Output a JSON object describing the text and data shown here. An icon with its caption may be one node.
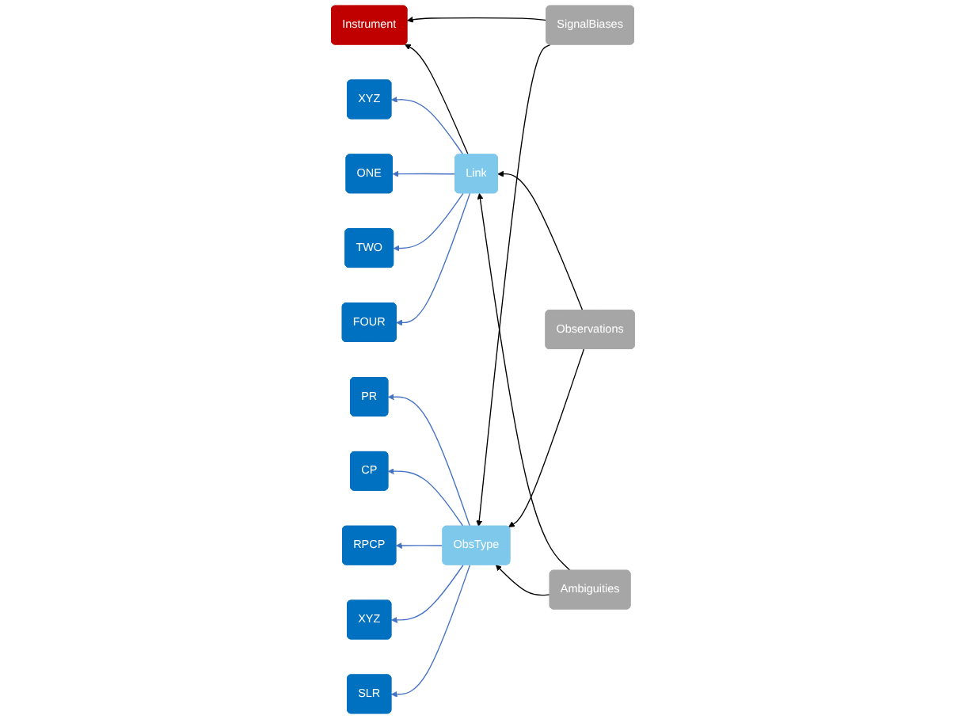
{
  "diagram": {
    "nodes": [
      {
        "text": [
          "Instrument"
        ]
      },
      {
        "text": [
          "Link"
        ]
      },
      {
        "text": [
          "Observations"
        ]
      },
      {
        "text": [
          "XYZ"
        ]
      },
      {
        "text": [
          "ONE"
        ]
      },
      {
        "text": [
          "TWO"
        ]
      },
      {
        "text": [
          "FOUR"
        ]
      },
      {
        "text": [
          "SignalBiases"
        ]
      },
      {
        "text": [
          "ObsType"
        ]
      },
      {
        "text": [
          "Ambiguities"
        ]
      },
      {
        "text": [
          "PR"
        ]
      },
      {
        "text": [
          "CP"
        ]
      },
      {
        "text": [
          "RPCP"
        ]
      },
      {
        "text": [
          "XYZ"
        ]
      },
      {
        "text": [
          "SLR"
        ]
      }
    ],
    "edges": [
      {
        "from": 1,
        "to": 0,
        "arrow": "to",
        "color": "#000000"
      },
      {
        "from": 2,
        "to": 1,
        "arrow": "to",
        "color": "#000000"
      },
      {
        "from": 2,
        "to": 8,
        "arrow": "to",
        "color": "#000000"
      },
      {
        "from": 9,
        "to": 1,
        "arrow": "to",
        "color": "#000000"
      },
      {
        "from": 9,
        "to": 8,
        "arrow": "to",
        "color": "#000000"
      },
      {
        "from": 7,
        "to": 0,
        "arrow": "to",
        "color": "#000000"
      },
      {
        "from": 7,
        "to": 8,
        "arrow": "to",
        "color": "#000000"
      },
      {
        "from": 1,
        "to": 3,
        "arrow": "to"
      },
      {
        "from": 1,
        "to": 4,
        "arrow": "to"
      },
      {
        "from": 1,
        "to": 5,
        "arrow": "to"
      },
      {
        "from": 1,
        "to": 6,
        "arrow": "to"
      },
      {
        "from": 8,
        "to": 10,
        "arrow": "to"
      },
      {
        "from": 8,
        "to": 11,
        "arrow": "to"
      },
      {
        "from": 8,
        "to": 12,
        "arrow": "to"
      },
      {
        "from": 8,
        "to": 13,
        "arrow": "to"
      },
      {
        "from": 8,
        "to": 14,
        "arrow": "to"
      }
    ]
  }
}
